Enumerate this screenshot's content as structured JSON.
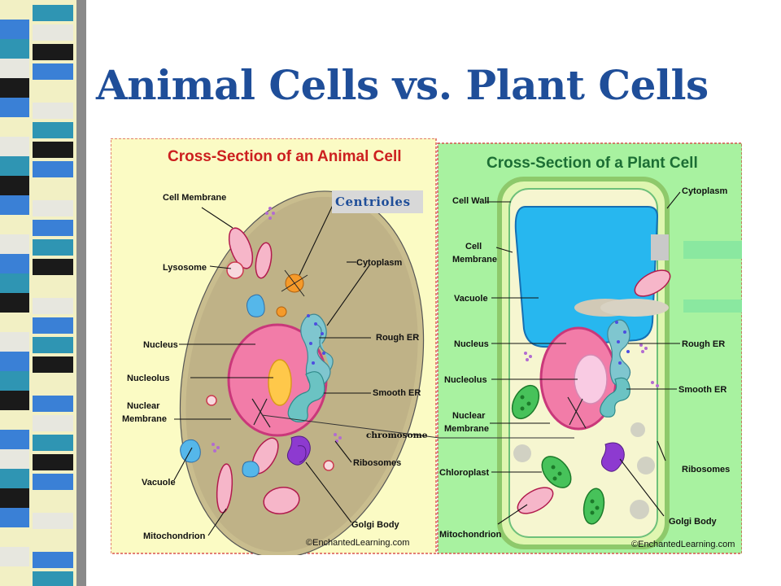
{
  "title": "Animal Cells vs. Plant Cells",
  "animal_cell": {
    "heading": "Cross-Section of an Animal Cell",
    "overlay_label": "Centrioles",
    "labels": {
      "cell_membrane": "Cell Membrane",
      "lysosome": "Lysosome",
      "nucleus": "Nucleus",
      "nucleolus": "Nucleolus",
      "nuclear_membrane": [
        "Nuclear",
        "Membrane"
      ],
      "vacuole": "Vacuole",
      "mitochondrion": "Mitochondrion",
      "cytoplasm": "Cytoplasm",
      "rough_er": "Rough ER",
      "smooth_er": "Smooth ER",
      "ribosomes": "Ribosomes",
      "golgi_body": "Golgi Body"
    },
    "credit": "©EnchantedLearning.com"
  },
  "plant_cell": {
    "heading": "Cross-Section of a Plant Cell",
    "labels": {
      "cell_wall": "Cell Wall",
      "cell_membrane": [
        "Cell",
        "Membrane"
      ],
      "vacuole": "Vacuole",
      "nucleus": "Nucleus",
      "nucleolus": "Nucleolus",
      "nuclear_membrane": [
        "Nuclear",
        "Membrane"
      ],
      "chloroplast": "Chloroplast",
      "mitochondrion": "Mitochondrion",
      "cytoplasm": "Cytoplasm",
      "rough_er": "Rough ER",
      "smooth_er": "Smooth ER",
      "ribosomes": "Ribosomes",
      "golgi_body": "Golgi Body"
    },
    "credit": "©EnchantedLearning.com"
  },
  "chromosome_label": "chromosome",
  "colors": {
    "title": "#1f4e99",
    "animal_panel": "#fbfbc4",
    "plant_panel": "#a8f2a0",
    "animal_heading": "#cc1f1f",
    "plant_heading": "#1c6e34",
    "plant_label": "#1b2fb0",
    "label_red": "#b81313",
    "stripe_colors": [
      "#1a1a1a",
      "#3a80d6",
      "#f2f0c4",
      "#2f95b3",
      "#e7e7df"
    ]
  }
}
